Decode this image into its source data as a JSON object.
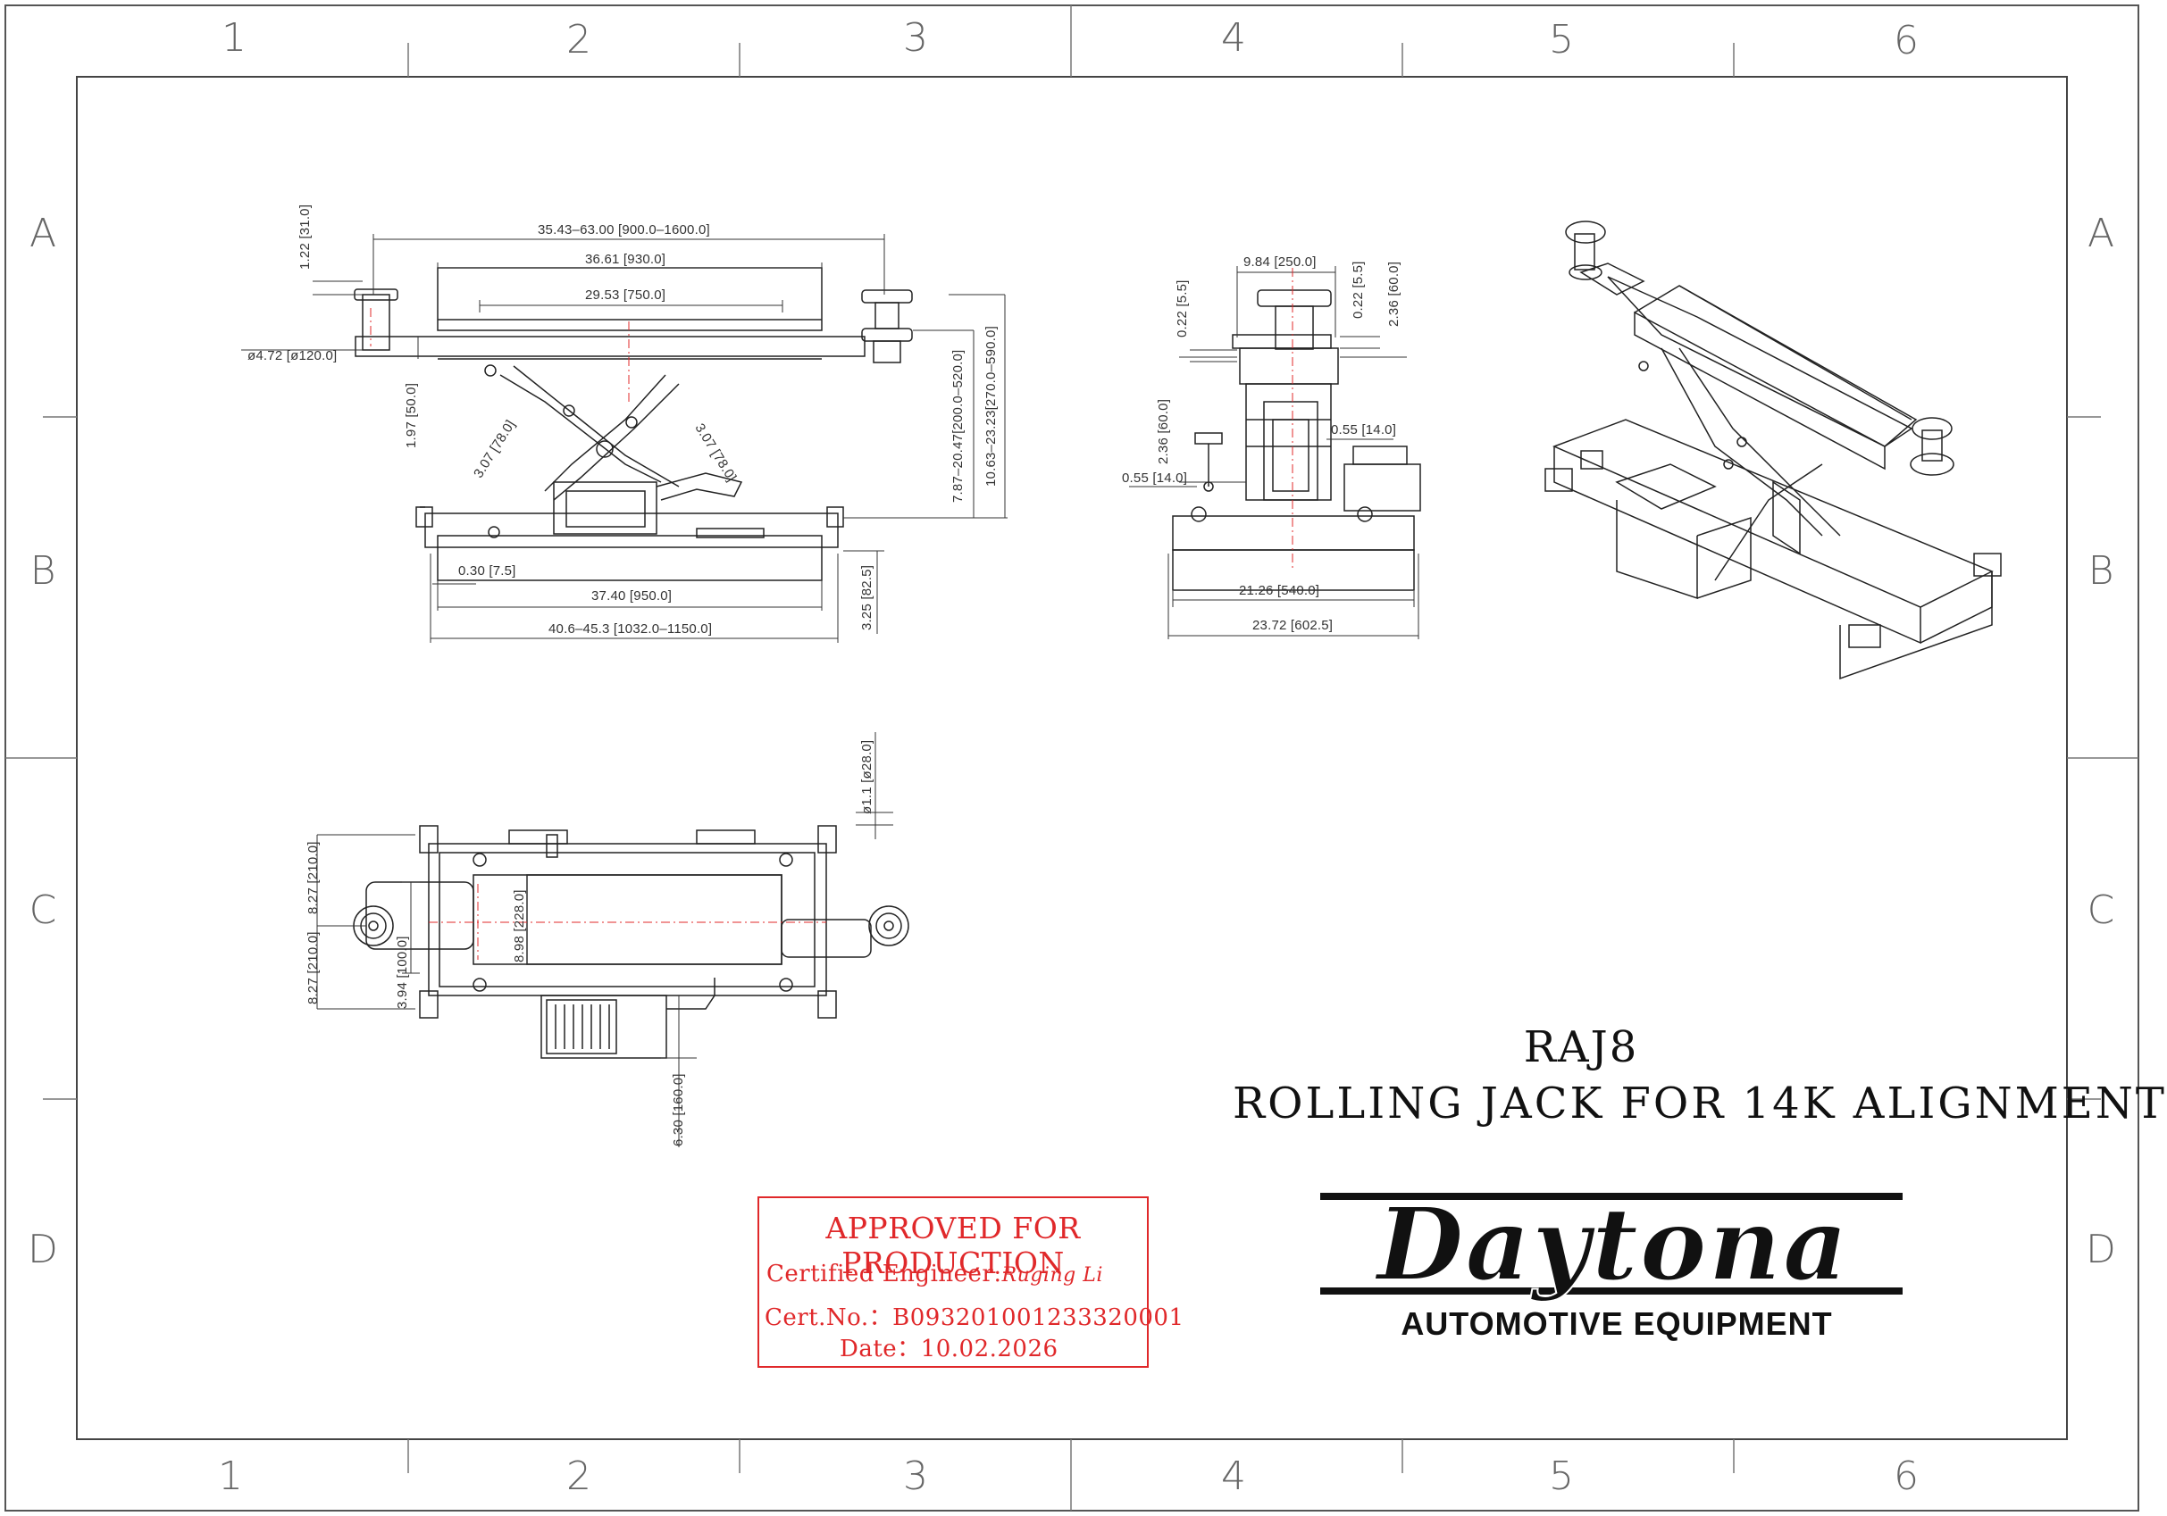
{
  "sheet": {
    "columns": [
      "1",
      "2",
      "3",
      "4",
      "5",
      "6"
    ],
    "rows": [
      "A",
      "B",
      "C",
      "D"
    ]
  },
  "front_view": {
    "dims": {
      "overall_arm_span": "35.43–63.00 [900.0–1600.0]",
      "top_length": "36.61 [930.0]",
      "pad_spacing": "29.53 [750.0]",
      "pad_height": "1.22 [31.0]",
      "pad_diameter": "ø4.72 [ø120.0]",
      "arm_thickness": "1.97 [50.0]",
      "scissor_left": "3.07 [78.0]",
      "scissor_right": "3.07 [78.0]",
      "lift_height_arm": "7.87–20.47[200.0–520.0]",
      "lift_height_total": "10.63–23.23[270.0–590.0]",
      "edge_offset": "0.30 [7.5]",
      "base_length": "37.40 [950.0]",
      "rail_span": "40.6–45.3 [1032.0–1150.0]",
      "base_height": "3.25 [82.5]"
    }
  },
  "side_view": {
    "dims": {
      "pad_width": "9.84 [250.0]",
      "pad_thickness_left": "0.22 [5.5]",
      "pad_thickness_right": "0.22 [5.5]",
      "pad_height": "2.36 [60.0]",
      "column_height": "2.36 [60.0]",
      "wheel_offset_right": "0.55 [14.0]",
      "wheel_offset_left": "0.55 [14.0]",
      "base_width": "21.26 [540.0]",
      "overall_width": "23.72 [602.5]"
    }
  },
  "top_view": {
    "dims": {
      "pin_diameter": "ø1.1 [ø28.0]",
      "arm_upper": "8.27 [210.0]",
      "arm_lower": "8.27 [210.0]",
      "arm_width": "3.94 [100.0]",
      "body_width": "8.98 [228.0]",
      "pump_depth": "6.30 [160.0]"
    }
  },
  "title_block": {
    "model": "RAJ8",
    "product": "ROLLING JACK FOR 14K ALIGNMENT"
  },
  "stamp": {
    "title": "APPROVED FOR PRODUCTION",
    "engineer_label": "Certified Engineer:",
    "engineer_signature": "Ruging Li",
    "cert_label": "Cert.No.：",
    "cert_number": "B093201001233320001",
    "date_label": "Date：",
    "date_value": "10.02.2026"
  },
  "brand": {
    "wordmark": "Daytona",
    "subtitle": "AUTOMOTIVE EQUIPMENT"
  },
  "colors": {
    "line": "#222222",
    "frame": "#555555",
    "center_line": "#e0282a",
    "stamp": "#e0282a"
  }
}
